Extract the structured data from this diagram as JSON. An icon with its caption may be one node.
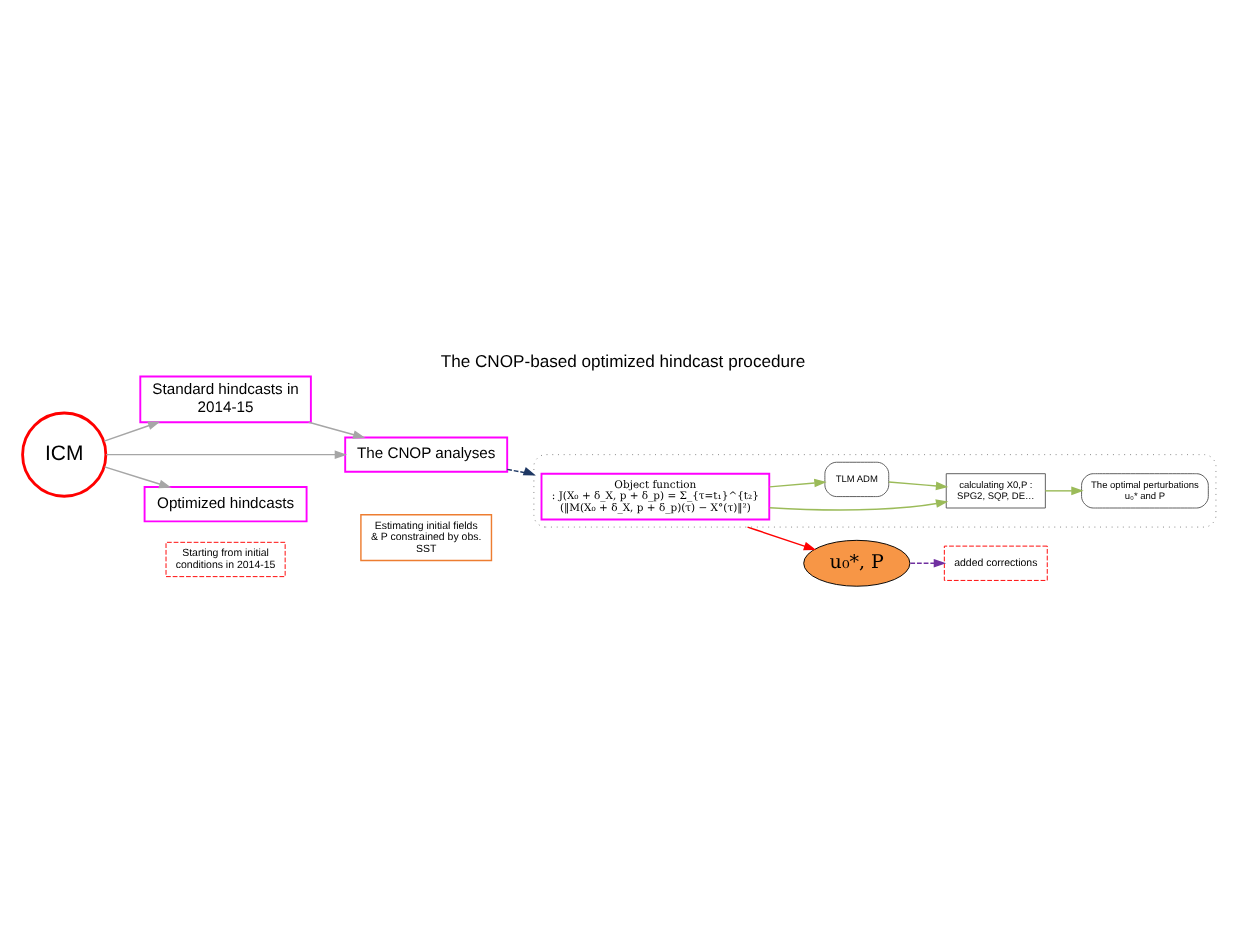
{
  "diagram": {
    "title": "The CNOP-based optimized hindcast procedure",
    "nodes": [
      {
        "text": [
          "ICM"
        ]
      },
      {
        "text": [
          "Standard hindcasts in 2014-15"
        ]
      },
      {
        "text": [
          "Starting from initial conditions in 2014-15"
        ]
      },
      {
        "text": [
          "The CNOP analyses"
        ]
      },
      {
        "text": [],
        "shape": "box"
      },
      {
        "text": [
          "Estimating initial fields & P constrained by obs. SST"
        ]
      },
      {
        "text": [
          "Object function",
          ": J(X₀ + δ_X, p + δ_p) = Σ_{τ=t₁}^{t₂} (‖M(X₀ + δ_X, p + δ_p)(τ) − X°(τ)‖²)"
        ],
        "in": 4
      },
      {
        "text": [
          "calculating X0,P :",
          "SPG2, SQP, DE…"
        ],
        "in": 4
      },
      {
        "text": [
          "TLM ADM"
        ],
        "in": 4
      },
      {
        "text": [
          "The optimal perturbations u₀* and P"
        ],
        "in": 4
      },
      {
        "text": [
          "u₀*, P"
        ]
      },
      {
        "text": [
          "added corrections"
        ]
      },
      {
        "text": [
          "Optimized hindcasts"
        ]
      }
    ],
    "edges": [
      {
        "from": 0,
        "to": 1,
        "arrow": "to"
      },
      {
        "from": 0,
        "to": 3,
        "arrow": "to"
      },
      {
        "from": 1,
        "to": 3,
        "arrow": "to"
      },
      {
        "from": 0,
        "to": 12,
        "arrow": "to"
      },
      {
        "from": 3,
        "to": 4,
        "arrow": "to",
        "style": "dashed",
        "color": "#1f3864"
      },
      {
        "from": 4,
        "to": 10,
        "arrow": "to",
        "color": "#ff0000"
      },
      {
        "from": 10,
        "to": 11,
        "arrow": "to",
        "style": "dashed",
        "color": "#7030a0"
      },
      {
        "from": 6,
        "to": 7,
        "arrow": "to",
        "color": "#9bbb59"
      },
      {
        "from": 6,
        "to": 8,
        "arrow": "to",
        "color": "#9bbb59"
      },
      {
        "from": 8,
        "to": 7,
        "arrow": "to",
        "color": "#9bbb59"
      },
      {
        "from": 7,
        "to": 9,
        "arrow": "to",
        "color": "#9bbb59"
      }
    ]
  }
}
